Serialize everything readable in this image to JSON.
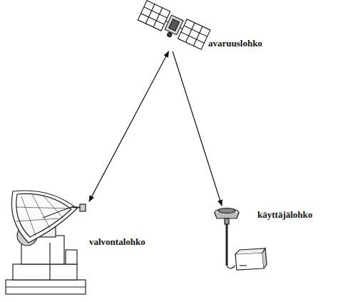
{
  "diagram": {
    "nodes": [
      {
        "text": [
          "avaruuslohko"
        ]
      },
      {
        "text": [
          "valvontalohko"
        ]
      },
      {
        "text": [
          "käyttäjälohko"
        ]
      }
    ],
    "edges": [
      {
        "from": 0,
        "to": 1,
        "arrow": "both"
      },
      {
        "from": 0,
        "to": 2,
        "arrow": "to"
      }
    ]
  }
}
